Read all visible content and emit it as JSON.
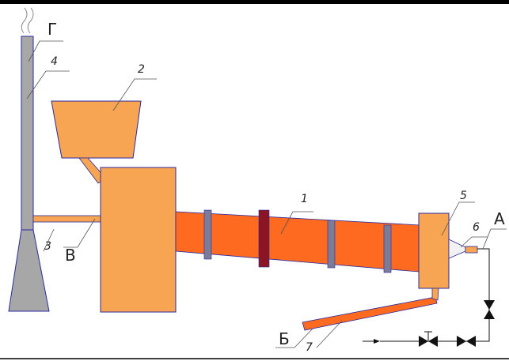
{
  "diagram": {
    "labels": {
      "kiln": "1",
      "hopper": "2",
      "pipe": "3",
      "chimney": "4",
      "hood": "5",
      "burner": "6",
      "chute": "7"
    },
    "points": {
      "A": "A",
      "B": "Б",
      "V": "В",
      "G": "Г"
    }
  },
  "colors": {
    "kiln": "#ff6a21",
    "box": "#f7a552",
    "chimney": "#a7a7a7",
    "band": "#7a7c98",
    "ring": "#8b1524",
    "outline": "#2a2aa0"
  }
}
